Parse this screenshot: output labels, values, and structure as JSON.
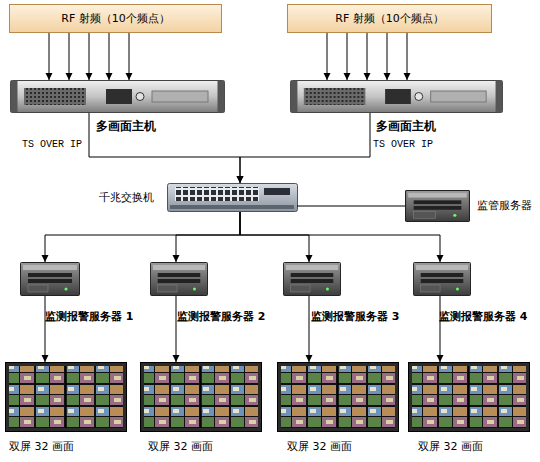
{
  "diagram": {
    "nodes": [
      {
        "text": [
          "RF 射频（10个频点）"
        ]
      },
      {
        "text": [
          "RF 射频（10个频点）"
        ]
      },
      {
        "text": [
          "多画面主机"
        ]
      },
      {
        "text": [
          "多画面主机"
        ]
      },
      {
        "text": [
          "千兆交换机"
        ]
      },
      {
        "text": [
          "监管服务器"
        ]
      },
      {
        "text": [
          "监测报警服务器 1"
        ]
      },
      {
        "text": [
          "监测报警服务器 2"
        ]
      },
      {
        "text": [
          "监测报警服务器 3"
        ]
      },
      {
        "text": [
          "监测报警服务器 4"
        ]
      },
      {
        "text": [
          "双屏 32 画面"
        ]
      },
      {
        "text": [
          "双屏 32 画面"
        ]
      },
      {
        "text": [
          "双屏 32 画面"
        ]
      },
      {
        "text": [
          "双屏 32 画面"
        ]
      }
    ],
    "edges": [
      {
        "from": 0,
        "to": 2,
        "arrow": "to"
      },
      {
        "from": 0,
        "to": 2,
        "arrow": "to"
      },
      {
        "from": 0,
        "to": 2,
        "arrow": "to"
      },
      {
        "from": 0,
        "to": 2,
        "arrow": "to"
      },
      {
        "from": 0,
        "to": 2,
        "arrow": "to"
      },
      {
        "from": 1,
        "to": 3,
        "arrow": "to"
      },
      {
        "from": 1,
        "to": 3,
        "arrow": "to"
      },
      {
        "from": 1,
        "to": 3,
        "arrow": "to"
      },
      {
        "from": 1,
        "to": 3,
        "arrow": "to"
      },
      {
        "from": 1,
        "to": 3,
        "arrow": "to"
      },
      {
        "from": 2,
        "to": 4,
        "label": "TS OVER IP",
        "arrow": "to"
      },
      {
        "from": 3,
        "to": 4,
        "label": "TS OVER IP",
        "arrow": "to"
      },
      {
        "from": 4,
        "to": 5,
        "arrow": "none"
      },
      {
        "from": 4,
        "to": 6,
        "arrow": "to"
      },
      {
        "from": 4,
        "to": 7,
        "arrow": "to"
      },
      {
        "from": 4,
        "to": 8,
        "arrow": "to"
      },
      {
        "from": 4,
        "to": 9,
        "arrow": "to"
      },
      {
        "from": 6,
        "to": 10,
        "arrow": "to"
      },
      {
        "from": 7,
        "to": 11,
        "arrow": "to"
      },
      {
        "from": 8,
        "to": 12,
        "arrow": "to"
      },
      {
        "from": 9,
        "to": 13,
        "arrow": "to"
      }
    ]
  }
}
